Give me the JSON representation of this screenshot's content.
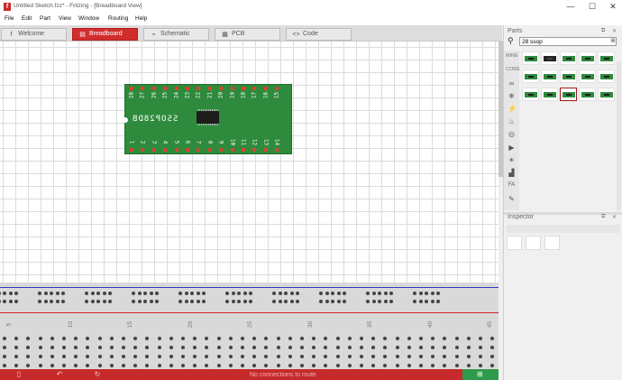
{
  "window": {
    "title": "Untitled Sketch.fzz* - Fritzing - [Breadboard View]",
    "minimize": "—",
    "maximize": "☐",
    "close": "✕"
  },
  "menu": [
    "File",
    "Edit",
    "Part",
    "View",
    "Window",
    "Routing",
    "Help"
  ],
  "tabs": [
    {
      "label": "Welcome",
      "icon": "fritzing-logo-icon",
      "glyph": "f"
    },
    {
      "label": "Breadboard",
      "icon": "breadboard-icon",
      "glyph": "▤"
    },
    {
      "label": "Schematic",
      "icon": "schematic-icon",
      "glyph": "⌁"
    },
    {
      "label": "PCB",
      "icon": "pcb-icon",
      "glyph": "▦"
    },
    {
      "label": "Code",
      "icon": "code-icon",
      "glyph": "<>"
    }
  ],
  "active_tab": "Breadboard",
  "chip": {
    "label": "SSOP28DB",
    "top_pins": [
      "28",
      "27",
      "26",
      "25",
      "24",
      "23",
      "22",
      "21",
      "20",
      "19",
      "18",
      "17",
      "16",
      "15"
    ],
    "bottom_pins": [
      "1",
      "2",
      "3",
      "4",
      "5",
      "6",
      "7",
      "8",
      "9",
      "10",
      "11",
      "12",
      "13",
      "14"
    ],
    "pcb_color": "#2e8a3c",
    "pin_color": "#d9452b"
  },
  "breadboard": {
    "column_numbers": [
      "5",
      "10",
      "15",
      "20",
      "25",
      "30",
      "35",
      "40",
      "45"
    ],
    "rail_colors": {
      "negative": "#2b3fbf",
      "positive": "#d42525"
    }
  },
  "status": {
    "message": "No connections to route",
    "icons": [
      "share-icon",
      "undo-icon",
      "rotate-icon"
    ],
    "route_button_icon": "autoroute-icon"
  },
  "parts": {
    "title": "Parts",
    "search_value": "28 ssop",
    "bins": [
      {
        "label": "MINE",
        "icon": "mine-bin-icon"
      },
      {
        "label": "CORE",
        "icon": "core-bin-icon"
      },
      {
        "label": "",
        "icon": "arduino-bin-icon",
        "glyph": "∞"
      },
      {
        "label": "",
        "icon": "snowflake-bin-icon",
        "glyph": "❄"
      },
      {
        "label": "",
        "icon": "plug-bin-icon",
        "glyph": "⚡"
      },
      {
        "label": "",
        "icon": "flame-bin-icon",
        "glyph": "♨"
      },
      {
        "label": "",
        "icon": "intel-bin-icon",
        "glyph": "◎"
      },
      {
        "label": "",
        "icon": "play-bin-icon",
        "glyph": "▶"
      },
      {
        "label": "",
        "icon": "bug-bin-icon",
        "glyph": "☀"
      },
      {
        "label": "",
        "icon": "factory-bin-icon",
        "glyph": "▟"
      },
      {
        "label": "",
        "icon": "fa-bin-icon",
        "glyph": "FA"
      },
      {
        "label": "",
        "icon": "tool-bin-icon",
        "glyph": "✎"
      }
    ],
    "results_count": 15,
    "selected_index": 12
  },
  "inspector": {
    "title": "Inspector"
  }
}
